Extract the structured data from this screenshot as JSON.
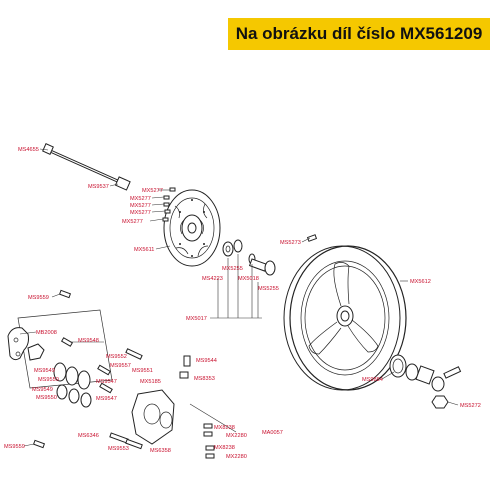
{
  "banner": {
    "text": "Na obrázku díl číslo MX561209"
  },
  "colors": {
    "banner_bg": "#f5c800",
    "label": "#c8102e",
    "lines": "#333333"
  },
  "part_labels": {
    "ms4655": "MS4655",
    "ms9537": "MS9537",
    "mx5277_1": "MX5277",
    "mx5277_2": "MX5277",
    "mx5277_3": "MX5277",
    "mx5277_4": "MX5277",
    "mx5277_5": "MX5277",
    "mx5611": "MX5611",
    "ms5273": "MS5273",
    "mx5255": "MX5255",
    "ms4223": "MS4223",
    "mx5018": "MX5018",
    "ms5255": "MS5255",
    "mx5612": "MX5612",
    "mx5017": "MX5017",
    "ms9559_top": "MS9559",
    "mb2008": "MB2008",
    "ms9548": "MS9548",
    "ms9552": "MS9552",
    "ms9557": "MS9557",
    "ms9549_a": "MS9549",
    "ms9550_a": "MS9550",
    "ms9547_a": "MS9547",
    "mx5185": "MX5185",
    "ms9551": "MS9551",
    "ms9544": "MS9544",
    "ms8353": "MS8353",
    "ms9549_b": "MS9549",
    "ms9550_b": "MS9550",
    "ms9547_b": "MS9547",
    "ms9884": "MS9884",
    "ms5272": "MS5272",
    "mx8238_a": "MX8238",
    "mx2280_a": "MX2280",
    "ma0057": "MA0057",
    "ms6346": "MS6346",
    "mx8238_b": "MX8238",
    "mx2280_b": "MX2280",
    "ms9559_bottom": "MS9559",
    "ms9553": "MS9553",
    "ms6358": "MS6358"
  }
}
